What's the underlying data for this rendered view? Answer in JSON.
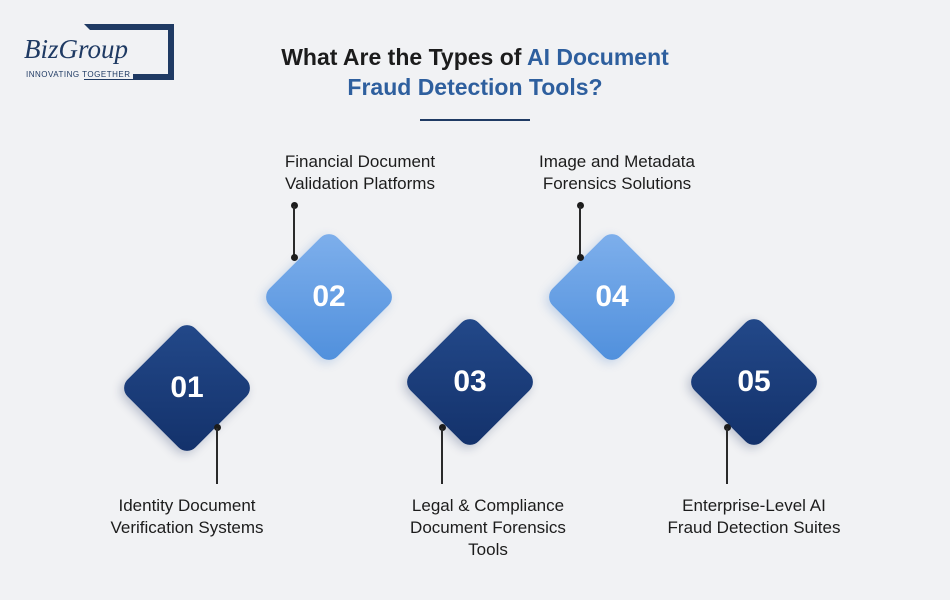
{
  "logo": {
    "brand": "BizGroup",
    "tagline": "INNOVATING TOGETHER"
  },
  "header": {
    "title_plain": "What Are the Types of ",
    "title_accent_1": "AI Document",
    "title_accent_2": "Fraud Detection Tools?"
  },
  "steps": [
    {
      "number": "01",
      "label_line1": "Identity Document",
      "label_line2": "Verification Systems"
    },
    {
      "number": "02",
      "label_line1": "Financial Document",
      "label_line2": "Validation Platforms"
    },
    {
      "number": "03",
      "label_line1": "Legal & Compliance",
      "label_line2": "Document Forensics",
      "label_line3": "Tools"
    },
    {
      "number": "04",
      "label_line1": "Image and Metadata",
      "label_line2": "Forensics Solutions"
    },
    {
      "number": "05",
      "label_line1": "Enterprise-Level AI",
      "label_line2": "Fraud Detection Suites"
    }
  ],
  "colors": {
    "dark": "#1b3c78",
    "light": "#6aa3e8",
    "accent": "#2e5f9e"
  }
}
